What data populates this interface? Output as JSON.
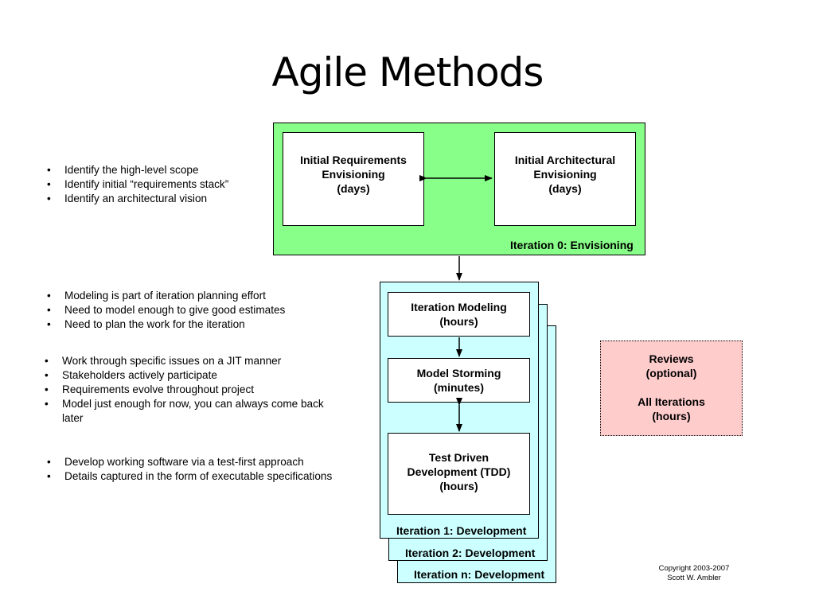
{
  "title": "Agile Methods",
  "colors": {
    "envisioning_bg": "#88ff88",
    "iteration_bg": "#ccffff",
    "reviews_bg": "#ffcccc"
  },
  "bullet_groups": [
    {
      "items": [
        "Identify the high-level scope",
        "Identify initial “requirements stack”",
        "Identify an architectural vision"
      ]
    },
    {
      "items": [
        "Modeling is part of iteration planning effort",
        "Need to model enough to give good estimates",
        "Need to plan the work for the iteration"
      ]
    },
    {
      "items": [
        "Work through specific issues on a JIT manner",
        "Stakeholders actively participate",
        "Requirements evolve throughout project",
        "Model just enough for now, you can always come back later"
      ]
    },
    {
      "items": [
        "Develop working software via a test-first approach",
        "Details captured in the form of executable specifications"
      ]
    }
  ],
  "envisioning": {
    "label": "Iteration 0: Envisioning",
    "requirements": [
      "Initial Requirements",
      "Envisioning",
      "(days)"
    ],
    "architectural": [
      "Initial Architectural",
      "Envisioning",
      "(days)"
    ]
  },
  "iterations": {
    "labels": [
      "Iteration 1: Development",
      "Iteration 2: Development",
      "Iteration n: Development"
    ],
    "modeling": [
      "Iteration Modeling",
      "(hours)"
    ],
    "storming": [
      "Model Storming",
      "(minutes)"
    ],
    "tdd": [
      "Test Driven",
      "Development (TDD)",
      "(hours)"
    ]
  },
  "reviews": [
    "Reviews",
    "(optional)",
    "",
    "All Iterations",
    "(hours)"
  ],
  "copyright": [
    "Copyright 2003-2007",
    "Scott W. Ambler"
  ]
}
